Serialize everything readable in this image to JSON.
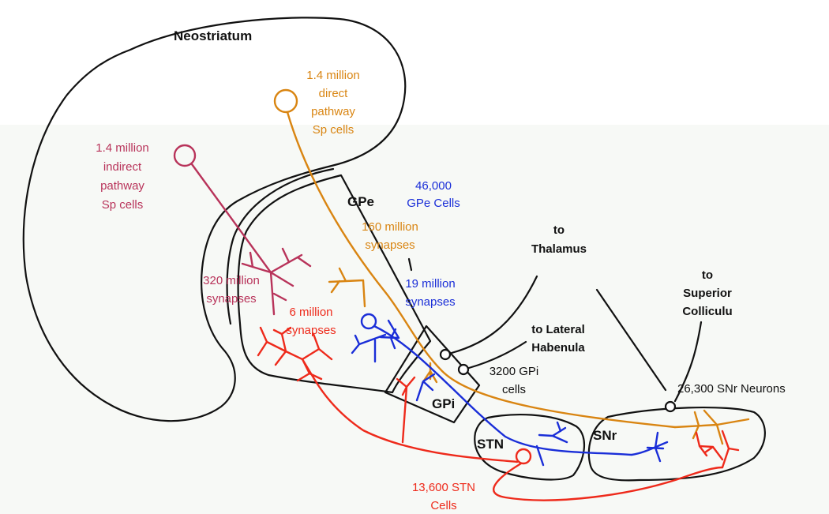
{
  "colors": {
    "orange": "#d98512",
    "magenta": "#b8335a",
    "blue": "#1a2ed8",
    "red": "#ee2a1b",
    "black": "#111111",
    "background": "#f7f9f6"
  },
  "regions": {
    "neostriatum": "Neostriatum",
    "gpe": "GPe",
    "gpi": "GPi",
    "stn": "STN",
    "snr": "SNr"
  },
  "labels": {
    "direct": [
      "1.4 million",
      "direct",
      "pathway",
      "Sp cells"
    ],
    "indirect": [
      "1.4 million",
      "indirect",
      "pathway",
      "Sp cells"
    ],
    "gpe_cells": [
      "46,000",
      "GPe Cells"
    ],
    "gpe_synapses_160": [
      "160 million",
      "synapses"
    ],
    "synapses_19": [
      "19 million",
      "synapses"
    ],
    "synapses_320": [
      "320 million",
      "synapses"
    ],
    "synapses_6": [
      "6 million",
      "synapses"
    ],
    "thalamus": [
      "to",
      "Thalamus"
    ],
    "lateral_habenula": [
      "to Lateral",
      "Habenula"
    ],
    "superior_colliculus": [
      "to",
      "Superior",
      "Colliculu"
    ],
    "gpi_cells": [
      "3200 GPi",
      "cells"
    ],
    "snr_neurons": "26,300 SNr Neurons",
    "stn_cells": [
      "13,600 STN",
      "Cells"
    ]
  }
}
